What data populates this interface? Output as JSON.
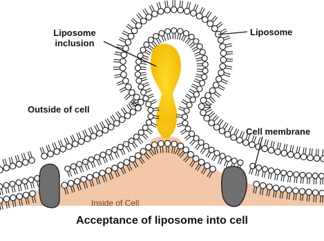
{
  "labels": {
    "liposome_inclusion": "Liposome inclusion",
    "liposome": "Liposome",
    "outside_of_cell": "Outside of cell",
    "cell_membrane": "Cell membrane",
    "inside_of_cell": "Inside of Cell"
  },
  "title": "Acceptance of liposome into cell",
  "colors": {
    "inclusion": "#f4c419",
    "cytoplasm": "#f2c8a8",
    "protein": "#6f6f6f",
    "head_stroke": "#222222",
    "head_fill": "#ffffff"
  }
}
